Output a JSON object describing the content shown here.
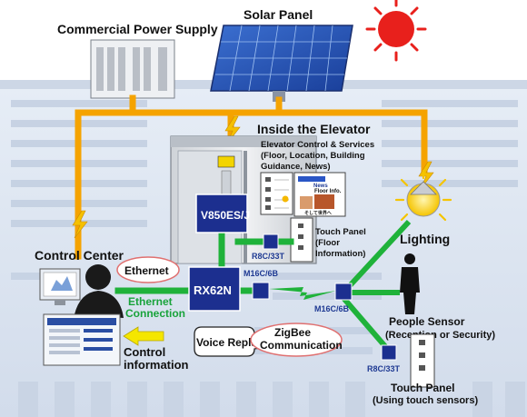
{
  "labels": {
    "commercial_power": "Commercial Power Supply",
    "solar_panel": "Solar Panel",
    "inside_elevator": "Inside the Elevator",
    "elevator_control_1": "Elevator Control & Services",
    "elevator_control_2": "(Floor, Location, Building",
    "elevator_control_3": "Guidance, News)",
    "chip_v850": "V850ES/J",
    "chip_rx62n": "RX62N",
    "r8c_top": "R8C/33T",
    "touch_panel_floor_1": "Touch Panel",
    "touch_panel_floor_2": "(Floor",
    "touch_panel_floor_3": "Information)",
    "lighting": "Lighting",
    "control_center": "Control Center",
    "ethernet": "Ethernet",
    "ethernet_conn_1": "Ethernet",
    "ethernet_conn_2": "Connection",
    "m16c_left": "M16C/6B",
    "m16c_right": "M16C/6B",
    "people_sensor_1": "People Sensor",
    "people_sensor_2": "(Reception or Security)",
    "zigbee_1": "ZigBee",
    "zigbee_2": "Communication",
    "control_info_1": "Control",
    "control_info_2": "information",
    "voice_replay": "Voice Replay",
    "r8c_bottom": "R8C/33T",
    "touch_panel_bottom_1": "Touch Panel",
    "touch_panel_bottom_2": "(Using touch sensors)",
    "screen_news_1": "News",
    "screen_news_2": "Floor Info.",
    "screen_news_3": "そして世界へ"
  },
  "colors": {
    "power_line": "#f5a300",
    "network_line": "#1fb23a",
    "chip_blue": "#1c2f8f",
    "sun": "#e8201c",
    "building": "#dfe7f1"
  }
}
